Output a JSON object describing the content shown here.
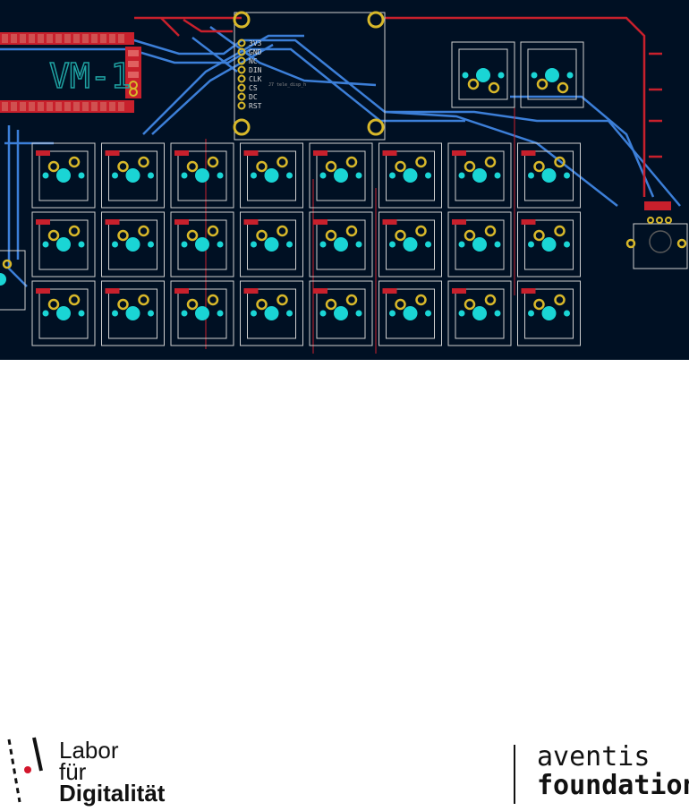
{
  "board": {
    "label": "VM-1",
    "header_pins": [
      "3V3",
      "GND",
      "NC",
      "DIN",
      "CLK",
      "CS",
      "DC",
      "RST"
    ],
    "header_caption": "J7 tele_disp_h",
    "switch_grid": {
      "rows": 3,
      "cols": 8
    },
    "extra_switches": 2
  },
  "colors": {
    "board": "#001023",
    "track_front": "#c8202c",
    "track_back": "#3c7fd8",
    "pad": "#d8b82a",
    "hole": "#1ad5d5",
    "outline": "#d0d0d0"
  },
  "footer": {
    "labor": {
      "line1": "Labor",
      "line2": "für",
      "line3": "Digitalität"
    },
    "aventis": {
      "line1": "aventis",
      "line2": "foundation"
    }
  }
}
